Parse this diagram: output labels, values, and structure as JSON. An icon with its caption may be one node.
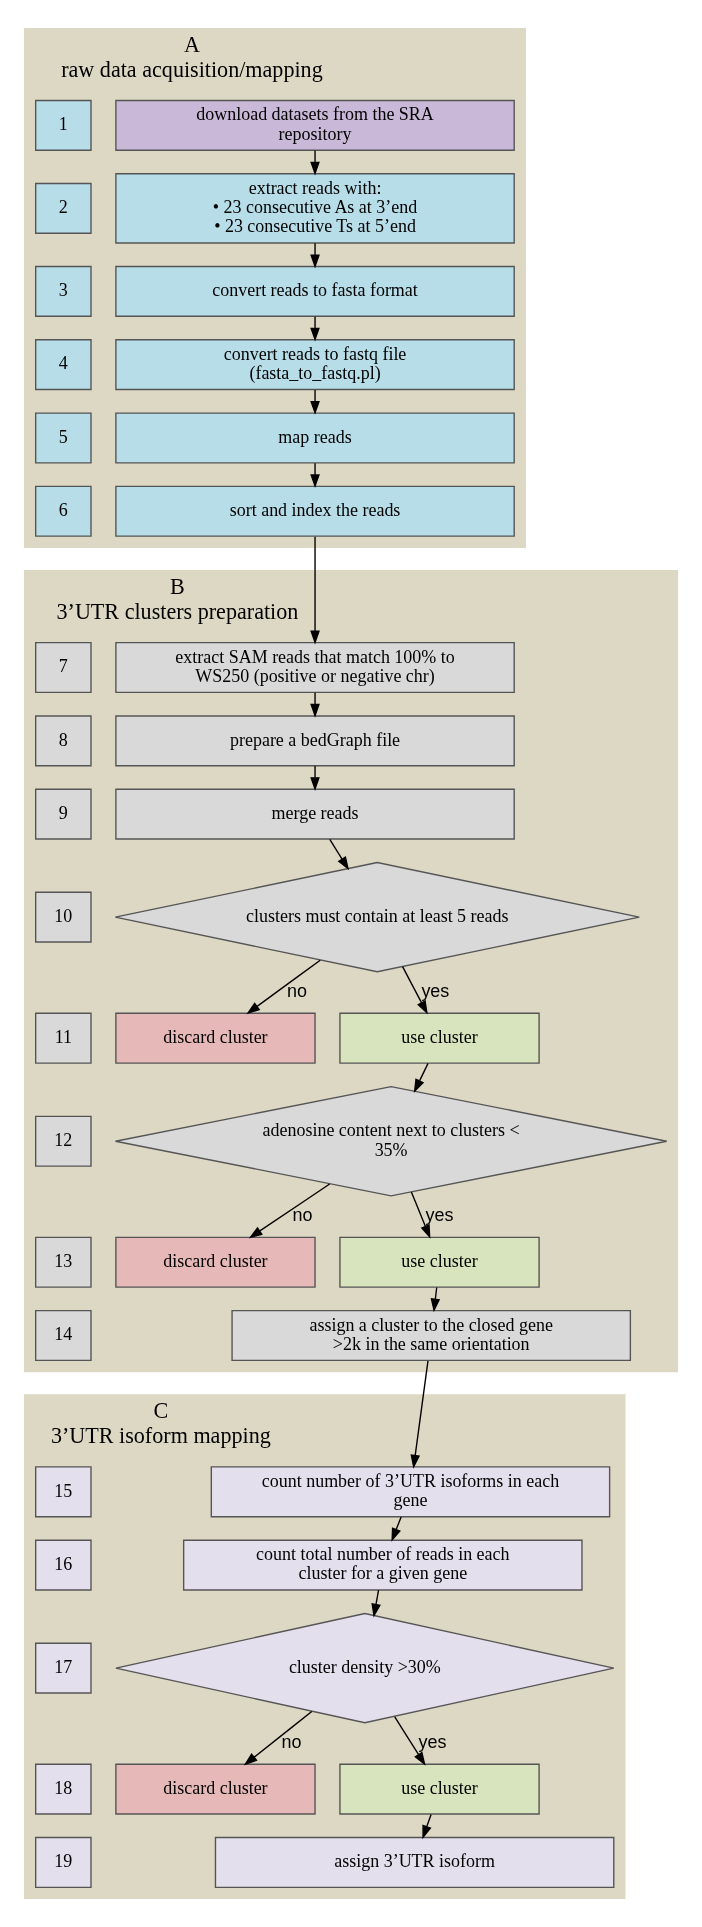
{
  "diagram": {
    "nodes": [
      {
        "text": [
          "A",
          "raw data acquisition/mapping"
        ]
      },
      {
        "text": [
          "1"
        ],
        "in": 0
      },
      {
        "text": [
          "download datasets from the SRA repository"
        ],
        "in": 0
      },
      {
        "text": [
          "2"
        ],
        "in": 0
      },
      {
        "text": [
          "extract reads with:",
          "• 23 consecutive As at 3’end",
          "• 23 consecutive Ts at 5’end"
        ],
        "in": 0
      },
      {
        "text": [
          "3"
        ],
        "in": 0
      },
      {
        "text": [
          "convert reads to fasta format"
        ],
        "in": 0
      },
      {
        "text": [
          "4"
        ],
        "in": 0
      },
      {
        "text": [
          "convert reads to fastq file (fasta_to_fastq.pl)"
        ],
        "in": 0
      },
      {
        "text": [
          "5"
        ],
        "in": 0
      },
      {
        "text": [
          "map reads"
        ],
        "in": 0
      },
      {
        "text": [
          "6"
        ],
        "in": 0
      },
      {
        "text": [
          "sort and index the reads"
        ],
        "in": 0
      },
      {
        "text": [
          "B",
          "3’UTR clusters preparation"
        ]
      },
      {
        "text": [
          "7"
        ],
        "in": 13
      },
      {
        "text": [
          "extract SAM reads that match 100% to WS250 (positive or negative chr)"
        ],
        "in": 13
      },
      {
        "text": [
          "8"
        ],
        "in": 13
      },
      {
        "text": [
          "prepare a bedGraph file"
        ],
        "in": 13
      },
      {
        "text": [
          "9"
        ],
        "in": 13
      },
      {
        "text": [
          "merge reads"
        ],
        "in": 13
      },
      {
        "text": [
          "10"
        ],
        "in": 13
      },
      {
        "text": [
          "clusters must contain at least 5 reads"
        ],
        "in": 13
      },
      {
        "text": [
          "11"
        ],
        "in": 13
      },
      {
        "text": [
          "use cluster"
        ],
        "in": 13
      },
      {
        "text": [
          "discard cluster"
        ],
        "in": 13
      },
      {
        "text": [
          "12"
        ],
        "in": 13
      },
      {
        "text": [
          "adenosine content next to clusters < 35%"
        ],
        "in": 13
      },
      {
        "text": [
          "13"
        ],
        "in": 13
      },
      {
        "text": [
          "use cluster"
        ],
        "in": 13
      },
      {
        "text": [
          "discard cluster"
        ],
        "in": 13
      },
      {
        "text": [
          "14"
        ],
        "in": 13
      },
      {
        "text": [
          "assign a cluster to the closed gene >2k in the same orientation"
        ],
        "in": 13
      },
      {
        "text": [
          "C",
          "3’UTR isoform mapping"
        ]
      },
      {
        "text": [
          "15"
        ],
        "in": 32
      },
      {
        "text": [
          "count number of 3’UTR isoforms in each gene"
        ],
        "in": 32
      },
      {
        "text": [
          "16"
        ],
        "in": 32
      },
      {
        "text": [
          "count total number of reads in each cluster for a given gene"
        ],
        "in": 32
      },
      {
        "text": [
          "17"
        ],
        "in": 32
      },
      {
        "text": [
          "cluster density >30%"
        ],
        "in": 32
      },
      {
        "text": [
          "18"
        ],
        "in": 32
      },
      {
        "text": [
          "use cluster"
        ],
        "in": 32
      },
      {
        "text": [
          "discard cluster"
        ],
        "in": 32
      },
      {
        "text": [
          "19"
        ],
        "in": 32
      },
      {
        "text": [
          "assign 3’UTR isoform"
        ],
        "in": 32
      }
    ],
    "edges": [
      {
        "from": 2,
        "to": 4,
        "arrow": "to"
      },
      {
        "from": 4,
        "to": 6,
        "arrow": "to"
      },
      {
        "from": 6,
        "to": 8,
        "arrow": "to"
      },
      {
        "from": 8,
        "to": 10,
        "arrow": "to"
      },
      {
        "from": 10,
        "to": 12,
        "arrow": "to"
      },
      {
        "from": 12,
        "to": 15,
        "arrow": "to"
      },
      {
        "from": 15,
        "to": 17,
        "arrow": "to"
      },
      {
        "from": 17,
        "to": 19,
        "arrow": "to"
      },
      {
        "from": 19,
        "to": 21,
        "arrow": "to"
      },
      {
        "from": 21,
        "to": 23,
        "arrow": "to",
        "label": "yes"
      },
      {
        "from": 21,
        "to": 24,
        "arrow": "to",
        "label": "no"
      },
      {
        "from": 23,
        "to": 26,
        "arrow": "to"
      },
      {
        "from": 26,
        "to": 28,
        "arrow": "to",
        "label": "yes"
      },
      {
        "from": 26,
        "to": 29,
        "arrow": "to",
        "label": "no"
      },
      {
        "from": 28,
        "to": 31,
        "arrow": "to"
      },
      {
        "from": 31,
        "to": 34,
        "arrow": "to"
      },
      {
        "from": 34,
        "to": 36,
        "arrow": "to"
      },
      {
        "from": 36,
        "to": 38,
        "arrow": "to"
      },
      {
        "from": 38,
        "to": 40,
        "arrow": "to",
        "label": "yes"
      },
      {
        "from": 38,
        "to": 41,
        "arrow": "to",
        "label": "no"
      },
      {
        "from": 40,
        "to": 43,
        "arrow": "to"
      }
    ]
  }
}
